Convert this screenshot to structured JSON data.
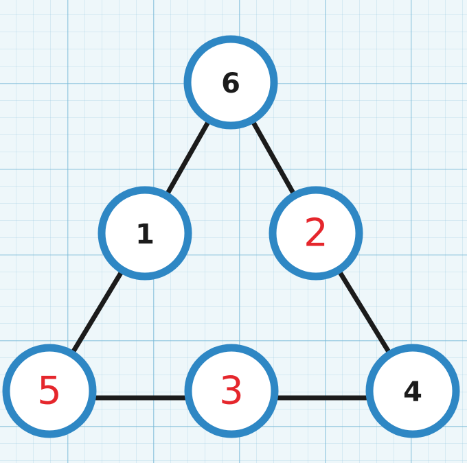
{
  "diagram": {
    "nodes": [
      {
        "id": "top",
        "label": "6",
        "kind": "given"
      },
      {
        "id": "left-middle",
        "label": "1",
        "kind": "given"
      },
      {
        "id": "right-middle",
        "label": "2",
        "kind": "answer"
      },
      {
        "id": "bottom-left",
        "label": "5",
        "kind": "answer"
      },
      {
        "id": "bottom-middle",
        "label": "3",
        "kind": "answer"
      },
      {
        "id": "bottom-right",
        "label": "4",
        "kind": "given"
      }
    ],
    "edges": [
      [
        "top",
        "left-middle"
      ],
      [
        "left-middle",
        "bottom-left"
      ],
      [
        "top",
        "right-middle"
      ],
      [
        "right-middle",
        "bottom-right"
      ],
      [
        "bottom-left",
        "bottom-middle"
      ],
      [
        "bottom-middle",
        "bottom-right"
      ]
    ],
    "colors": {
      "node_border": "#2e87c4",
      "given_number": "#1b1b1b",
      "answer_number": "#e5262c",
      "edge": "#1b1b1b"
    }
  }
}
